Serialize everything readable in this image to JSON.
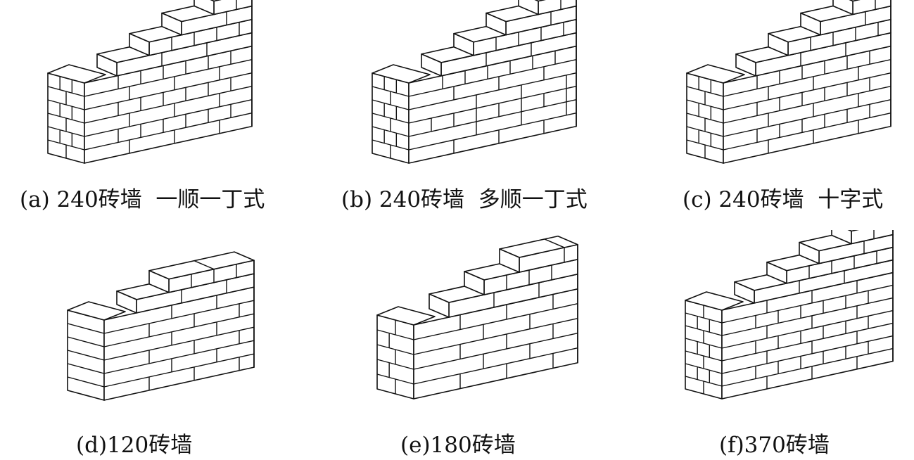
{
  "figures": [
    {
      "id": "a",
      "caption": "(a) 240砖墙  一顺一丁式",
      "bond": "stretcher-header",
      "steps": 4
    },
    {
      "id": "b",
      "caption": "(b) 240砖墙  多顺一丁式",
      "bond": "multi-stretcher-header",
      "steps": 4
    },
    {
      "id": "c",
      "caption": "(c) 240砖墙  十字式",
      "bond": "flemish-cross",
      "steps": 4
    },
    {
      "id": "d",
      "caption": "(d)120砖墙",
      "bond": "half-brick",
      "steps": 2
    },
    {
      "id": "e",
      "caption": "(e)180砖墙",
      "bond": "eighteen-wall",
      "steps": 3
    },
    {
      "id": "f",
      "caption": "(f)370砖墙",
      "bond": "one-and-half",
      "steps": 4
    }
  ],
  "colors": {
    "line": "#111111",
    "fill": "#ffffff"
  }
}
